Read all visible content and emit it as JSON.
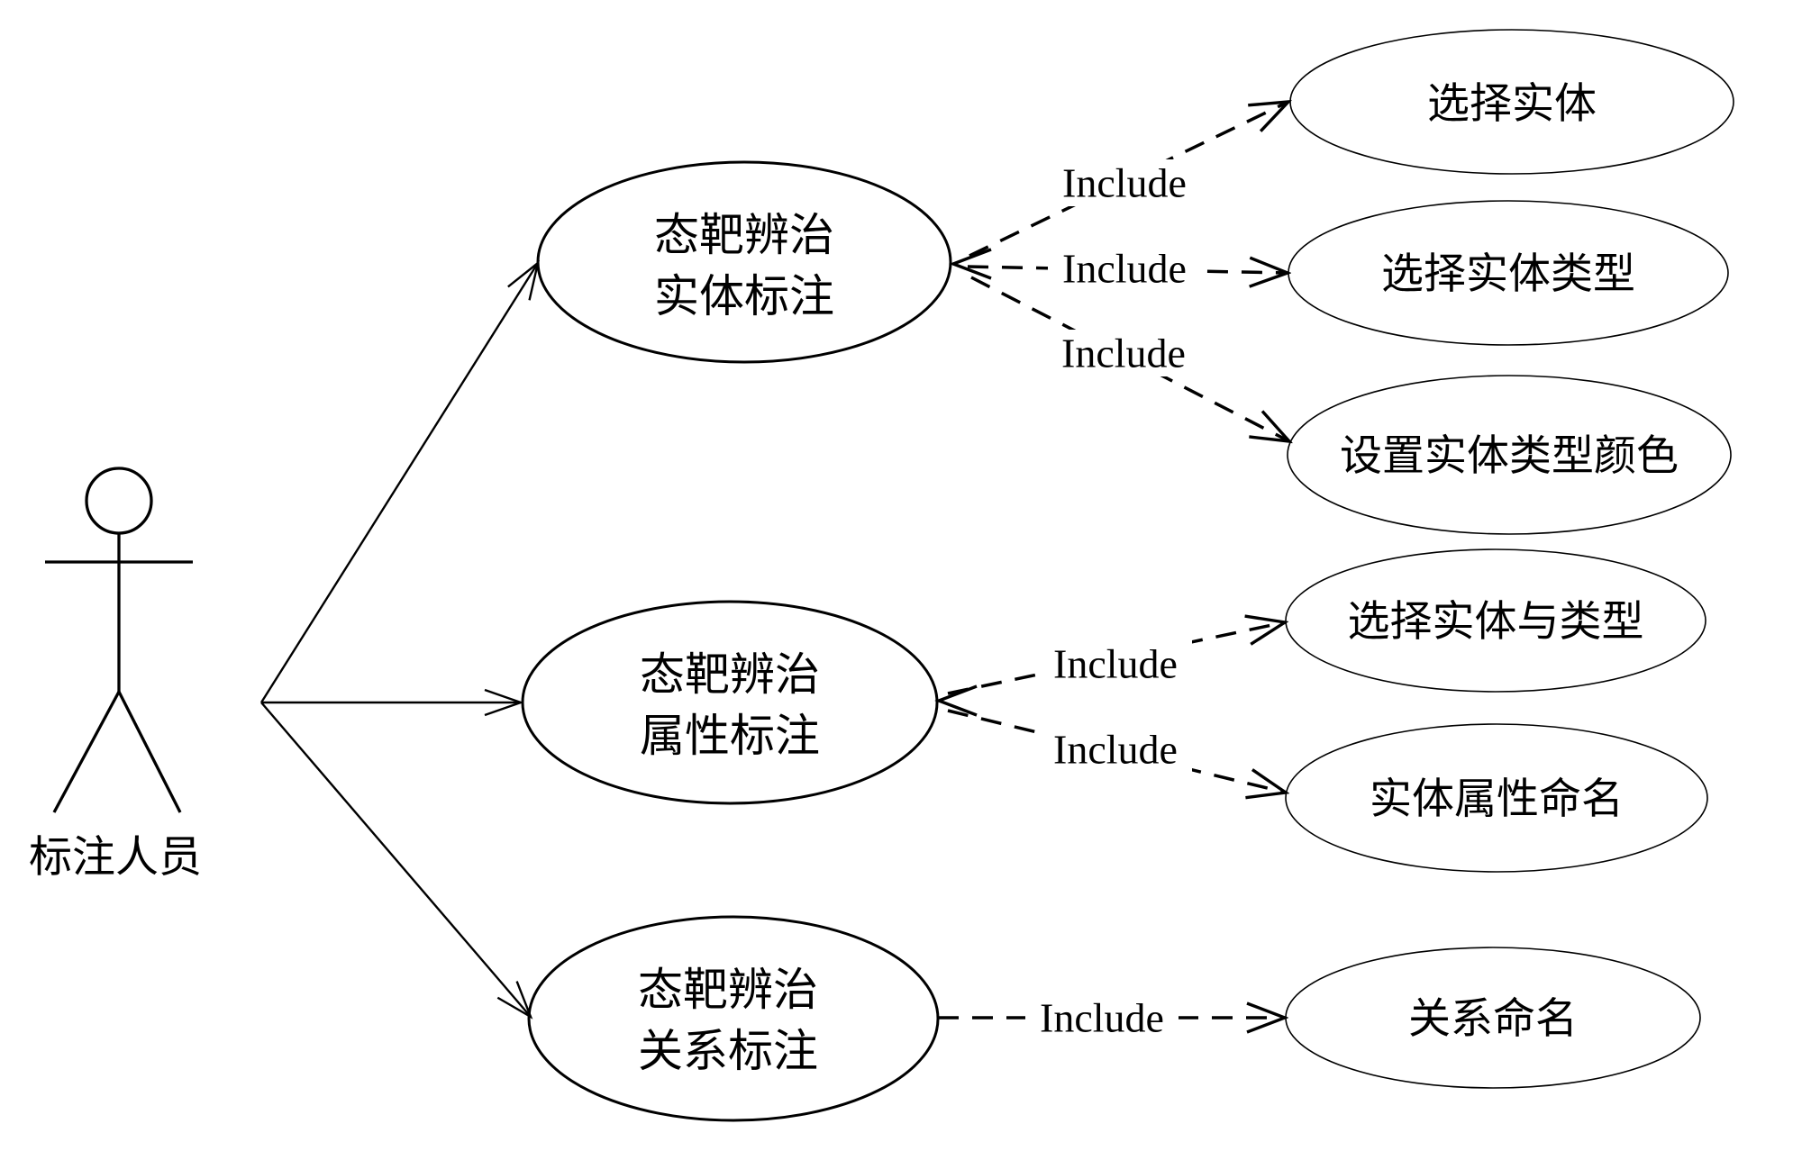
{
  "diagram": {
    "type": "uml-use-case-diagram",
    "actor": {
      "label": "标注人员"
    },
    "use_cases": {
      "entity_annotation": {
        "line1": "态靶辨治",
        "line2": "实体标注"
      },
      "attribute_annotation": {
        "line1": "态靶辨治",
        "line2": "属性标注"
      },
      "relation_annotation": {
        "line1": "态靶辨治",
        "line2": "关系标注"
      },
      "select_entity": {
        "label": "选择实体"
      },
      "select_entity_type": {
        "label": "选择实体类型"
      },
      "set_entity_type_color": {
        "label": "设置实体类型颜色"
      },
      "select_entity_and_type": {
        "label": "选择实体与类型"
      },
      "name_entity_attribute": {
        "label": "实体属性命名"
      },
      "name_relation": {
        "label": "关系命名"
      }
    },
    "connector_label": "Include",
    "colors": {
      "line": "#000000",
      "text": "#000000",
      "background": "#ffffff"
    }
  }
}
